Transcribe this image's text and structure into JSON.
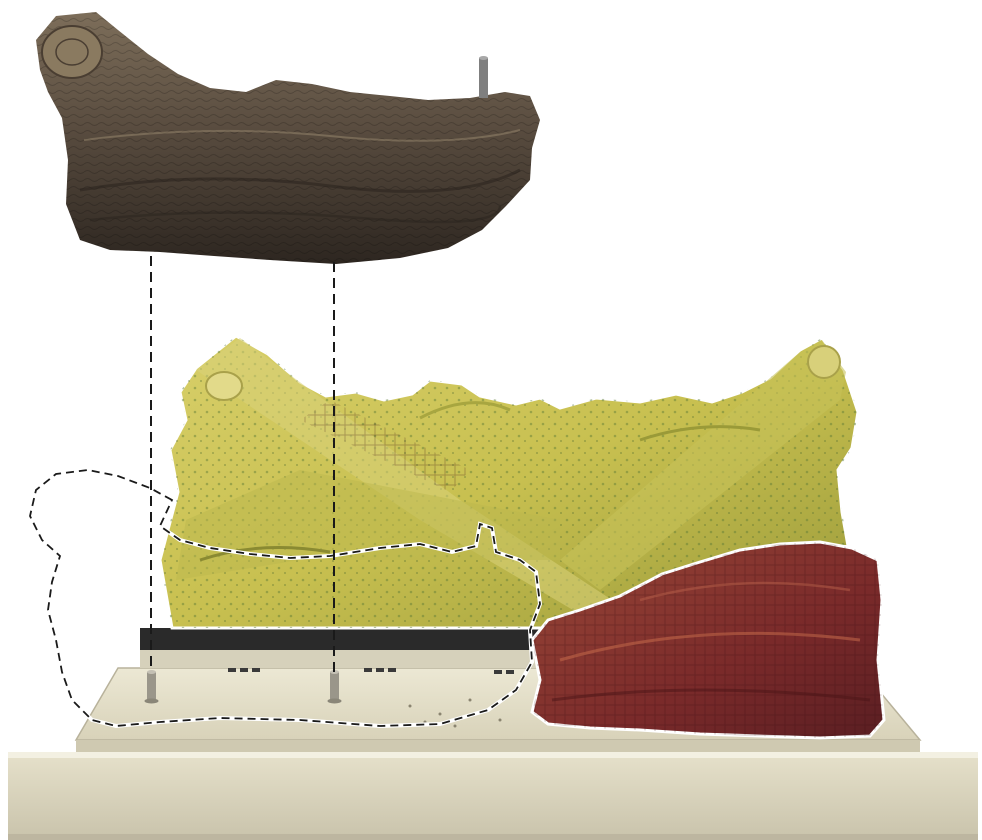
{
  "figure": {
    "parts": [
      {
        "name": "top-log",
        "color": "#5a4d40"
      },
      {
        "name": "log-set",
        "color": "#c8c050"
      },
      {
        "name": "front-log",
        "color": "#7a2a2a"
      },
      {
        "name": "burner-tray",
        "color": "#e2ddc6"
      },
      {
        "name": "grate-base",
        "color": "#d9d3bd"
      }
    ],
    "guides": {
      "line_style": "dashed",
      "color": "#1a1a1a"
    },
    "pins": 2
  }
}
